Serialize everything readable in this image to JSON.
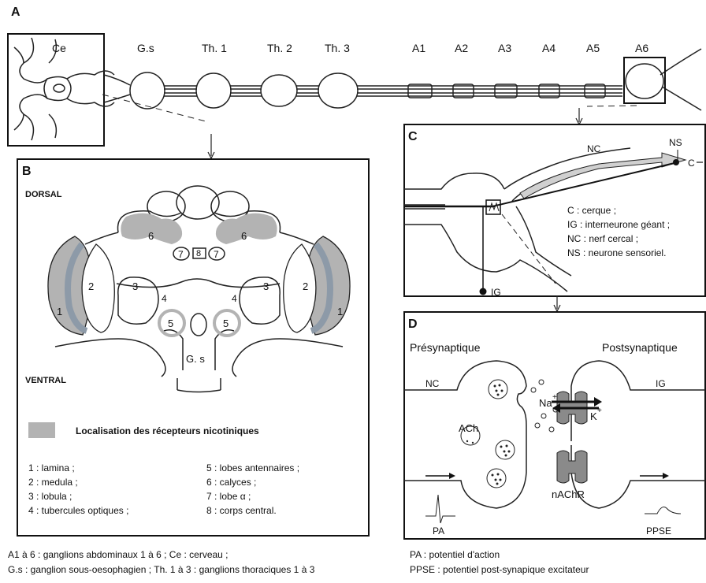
{
  "panels": {
    "A": {
      "letter": "A",
      "ganglia": [
        "Ce",
        "G.s",
        "Th. 1",
        "Th. 2",
        "Th. 3",
        "A1",
        "A2",
        "A3",
        "A4",
        "A5",
        "A6"
      ],
      "legend_line1": "A1 à 6 : ganglions abdominaux 1 à 6 ; Ce : cerveau ;",
      "legend_line2": "G.s : ganglion sous-oesophagien ; Th. 1 à 3 : ganglions thoraciques 1 à 3"
    },
    "B": {
      "letter": "B",
      "dorsal": "DORSAL",
      "ventral": "VENTRAL",
      "region_numbers": [
        "1",
        "2",
        "3",
        "4",
        "5",
        "6",
        "7",
        "8"
      ],
      "gs_label": "G. s",
      "localisation": "Localisation des récepteurs nicotiniques",
      "legend_left": [
        "1 : lamina ;",
        "2 : medula ;",
        "3 : lobula ;",
        "4 : tubercules optiques ;"
      ],
      "legend_right": [
        "5 : lobes antennaires ;",
        "6 : calyces ;",
        "7 : lobe α ;",
        "8 : corps central."
      ]
    },
    "C": {
      "letter": "C",
      "nc": "NC",
      "ns": "NS",
      "c": "C",
      "ig": "IG",
      "legend": [
        "C : cerque ;",
        "IG : interneurone géant ;",
        "NC : nerf cercal ;",
        "NS : neurone sensoriel."
      ]
    },
    "D": {
      "letter": "D",
      "pre": "Présynaptique",
      "post": "Postsynaptique",
      "nc": "NC",
      "ig": "IG",
      "ach": "ACh",
      "na": "Na",
      "k": "K",
      "plus": "+",
      "nachr": "nAChR",
      "pa": "PA",
      "ppse": "PPSE",
      "legend_line1": "PA : potentiel d'action",
      "legend_line2": "PPSE : potentiel post-synapique excitateur"
    }
  },
  "colors": {
    "receptor_gray": "#b3b3b3",
    "lamina_blue_gray": "#8d9aa8",
    "line": "#222222"
  }
}
